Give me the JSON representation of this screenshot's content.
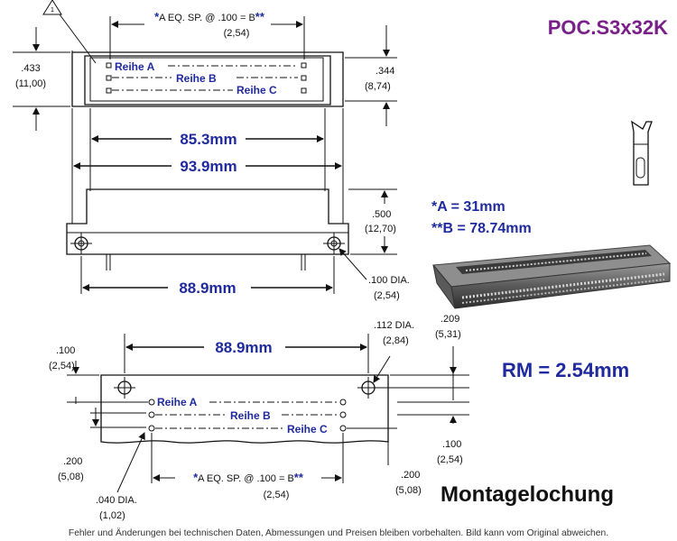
{
  "title": "POC.S3x32K",
  "brand_color": "#7a1f8a",
  "accent_color": "#1f2a9e",
  "note_symbol": "1",
  "top_view": {
    "spacing_prefix": "*",
    "spacing_label": "A EQ. SP. @ .100 = B",
    "spacing_suffix": "**",
    "spacing_mm": "(2,54)",
    "height_in": ".433",
    "height_mm": "(11,00)",
    "inner_in": ".344",
    "inner_mm": "(8,74)",
    "row_a": "Reihe A",
    "row_b": "Reihe B",
    "row_c": "Reihe C"
  },
  "side_view": {
    "dim_inner": "85.3mm",
    "dim_outer": "93.9mm",
    "dim_mount": "88.9mm",
    "height_in": ".500",
    "height_mm": "(12,70)",
    "hole_in": ".100 DIA.",
    "hole_mm": "(2,54)"
  },
  "specs": {
    "a": "*A = 31mm",
    "b": "**B = 78.74mm",
    "pitch": "RM = 2.54mm"
  },
  "mount_view": {
    "dim_holes": "88.9mm",
    "hole_in": ".112 DIA.",
    "hole_mm": "(2,84)",
    "edge_in": ".209",
    "edge_mm": "(5,31)",
    "left_top_in": ".100",
    "left_top_mm": "(2,54)",
    "left_bottom_in": ".200",
    "left_bottom_mm": "(5,08)",
    "right_mid_in": ".100",
    "right_mid_mm": "(2,54)",
    "right_bottom_in": ".200",
    "right_bottom_mm": "(5,08)",
    "pin_hole_in": ".040 DIA.",
    "pin_hole_mm": "(1,02)",
    "spacing_prefix": "*",
    "spacing_label": "A EQ. SP. @ .100 = B",
    "spacing_suffix": "**",
    "spacing_mm": "(2,54)",
    "row_a": "Reihe A",
    "row_b": "Reihe B",
    "row_c": "Reihe C",
    "caption": "Montagelochung"
  },
  "footer": "Fehler und Änderungen bei technischen Daten, Abmessungen und Preisen bleiben vorbehalten. Bild kann vom Original abweichen."
}
